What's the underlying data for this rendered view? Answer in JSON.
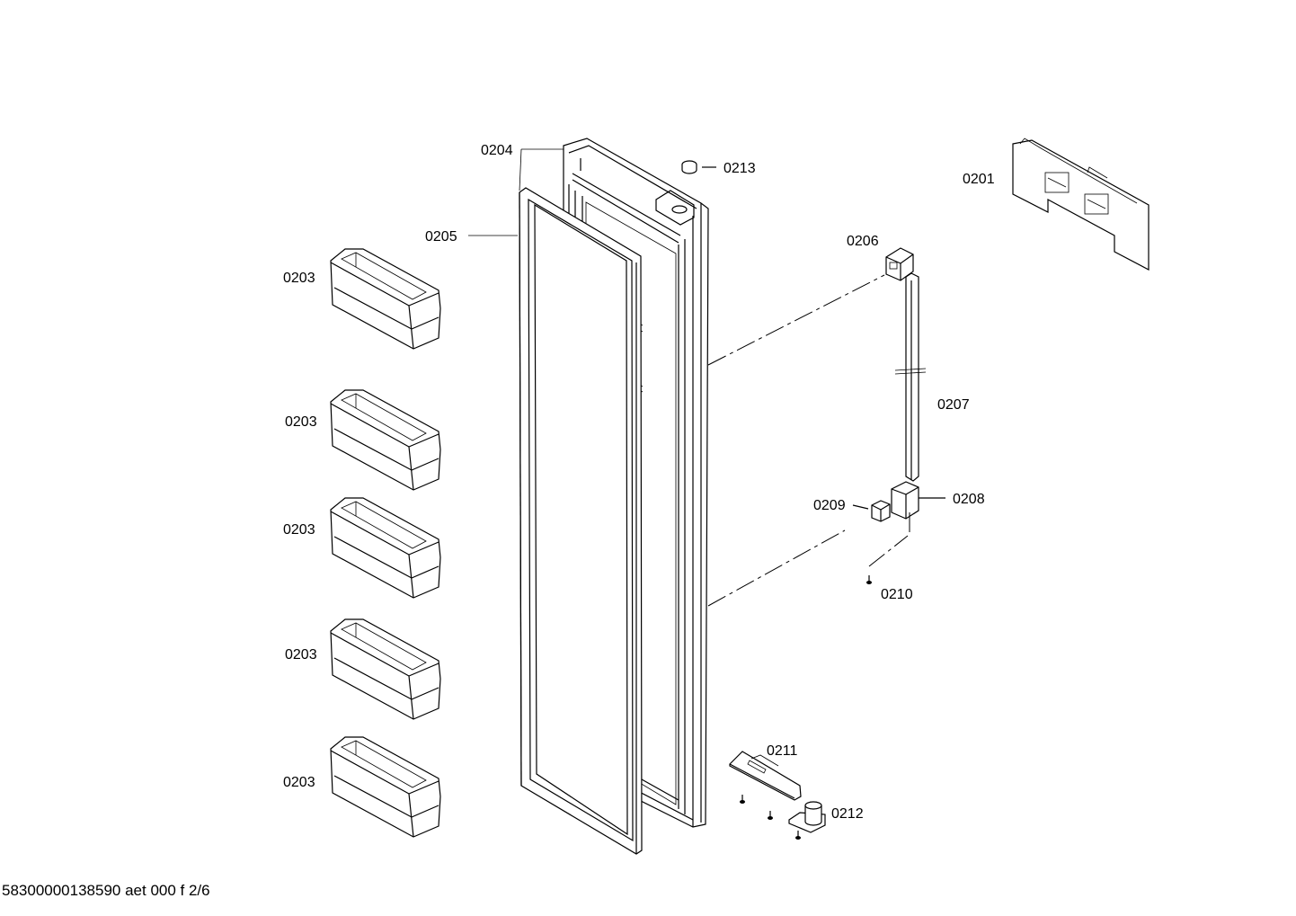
{
  "labels": {
    "p0201": "0201",
    "p0203": "0203",
    "p0204": "0204",
    "p0205": "0205",
    "p0206": "0206",
    "p0207": "0207",
    "p0208": "0208",
    "p0209": "0209",
    "p0210": "0210",
    "p0211": "0211",
    "p0212": "0212",
    "p0213": "0213"
  },
  "footer": "58300000138590 aet 000 f 2/6"
}
